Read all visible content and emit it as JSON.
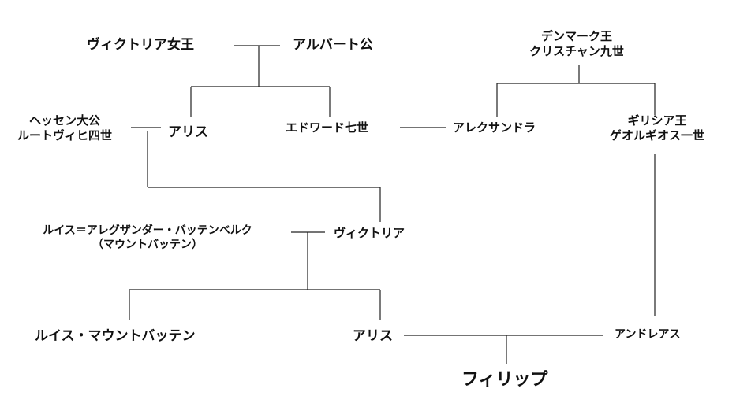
{
  "people": {
    "victoria_queen": "ヴィクトリア女王",
    "albert": "アルバート公",
    "christian9": [
      "デンマーク王",
      "クリスチャン九世"
    ],
    "hesse": [
      "ヘッセン大公",
      "ルートヴィヒ四世"
    ],
    "alice_1": "アリス",
    "edward7": "エドワード七世",
    "alexandra": "アレクサンドラ",
    "george1": [
      "ギリシア王",
      "ゲオルギオス一世"
    ],
    "louis_battenberg": [
      "ルイス＝アレグザンダー・バッテンベルク",
      "（マウントバッテン）"
    ],
    "victoria": "ヴィクトリア",
    "louis_mountbatten": "ルイス・マウントバッテン",
    "alice_2": "アリス",
    "andreas": "アンドレアス",
    "philip": "フィリップ"
  },
  "colors": {
    "line": "#222222",
    "text": "#111111",
    "background": "#ffffff"
  }
}
